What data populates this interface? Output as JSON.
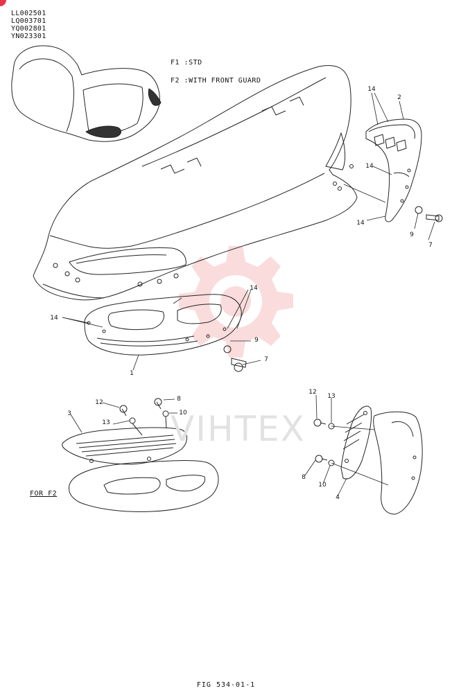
{
  "serials": [
    "LL002501",
    "LQ003701",
    "YQ002801",
    "YN023301"
  ],
  "legend": {
    "f1": "F1 :STD",
    "f2": "F2 :WITH FRONT GUARD"
  },
  "for_f2_label": "FOR F2",
  "figure_number": "FIG 534-01-1",
  "watermark": {
    "text": "VIHTEX",
    "color": "#f3b0b0"
  },
  "callouts": {
    "c1": "1",
    "c2": "2",
    "c3": "3",
    "c4": "4",
    "c7a": "7",
    "c7b": "7",
    "c8a": "8",
    "c8b": "8",
    "c9a": "9",
    "c9b": "9",
    "c10a": "10",
    "c10b": "10",
    "c12a": "12",
    "c12b": "12",
    "c13a": "13",
    "c13b": "13",
    "c14a": "14",
    "c14b": "14",
    "c14c": "14",
    "c14d": "14",
    "c14e": "14"
  },
  "accent_color": "#e8354a"
}
